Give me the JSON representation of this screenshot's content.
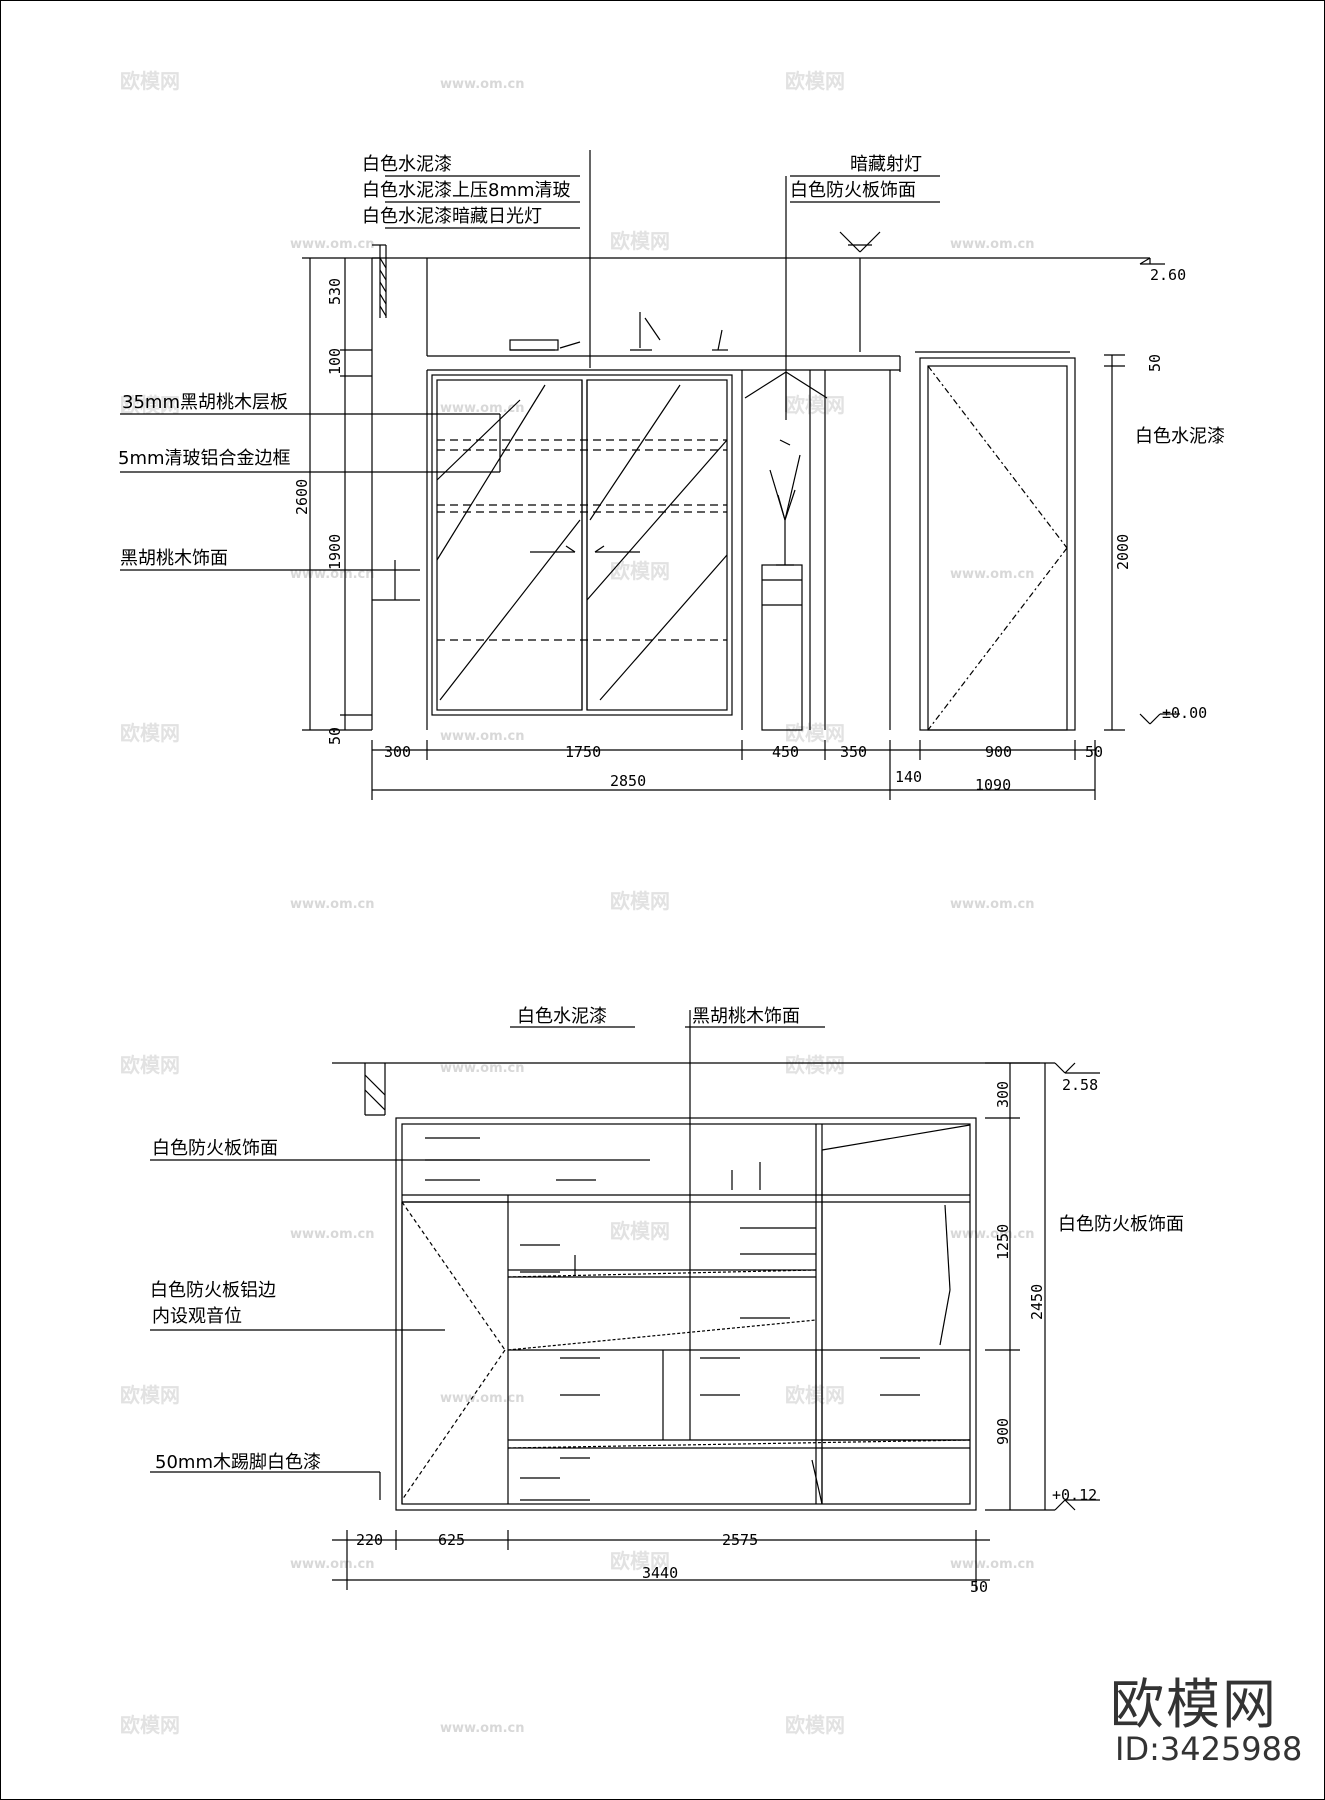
{
  "elevation_top": {
    "notes": {
      "cement_white": "白色水泥漆",
      "cement_glass": "白色水泥漆上压8mm清玻",
      "cement_light": "白色水泥漆暗藏日光灯",
      "spotlight": "暗藏射灯",
      "fireproof": "白色防火板饰面",
      "walnut_shelf": "35mm黑胡桃木层板",
      "glass_frame": "5mm清玻铝合金边框",
      "walnut_face": "黑胡桃木饰面",
      "door_paint": "白色水泥漆"
    },
    "levels": {
      "top": "2.60",
      "floor": "±0.00"
    },
    "dims_vertical": [
      "530",
      "100",
      "2600",
      "1900",
      "50",
      "2000",
      "50"
    ],
    "dims_horizontal": [
      "300",
      "1750",
      "450",
      "350",
      "900",
      "50"
    ],
    "dims_total": [
      "2850",
      "140",
      "1090"
    ]
  },
  "elevation_bottom": {
    "notes": {
      "cement_white": "白色水泥漆",
      "walnut_face": "黑胡桃木饰面",
      "fireproof_left": "白色防火板饰面",
      "edge_line1": "白色防火板铝边",
      "edge_line2": "内设观音位",
      "skirting": "50mm木踢脚白色漆",
      "fireproof_right": "白色防火板饰面"
    },
    "levels": {
      "top": "2.58",
      "floor": "+0.12"
    },
    "dims_vertical": [
      "300",
      "1250",
      "2450",
      "900"
    ],
    "dims_horizontal": [
      "220",
      "625",
      "2575"
    ],
    "dims_total": [
      "3440",
      "50"
    ]
  },
  "watermark": {
    "brand": "欧模网",
    "site": "www.om.cn",
    "id": "ID:3425988"
  }
}
